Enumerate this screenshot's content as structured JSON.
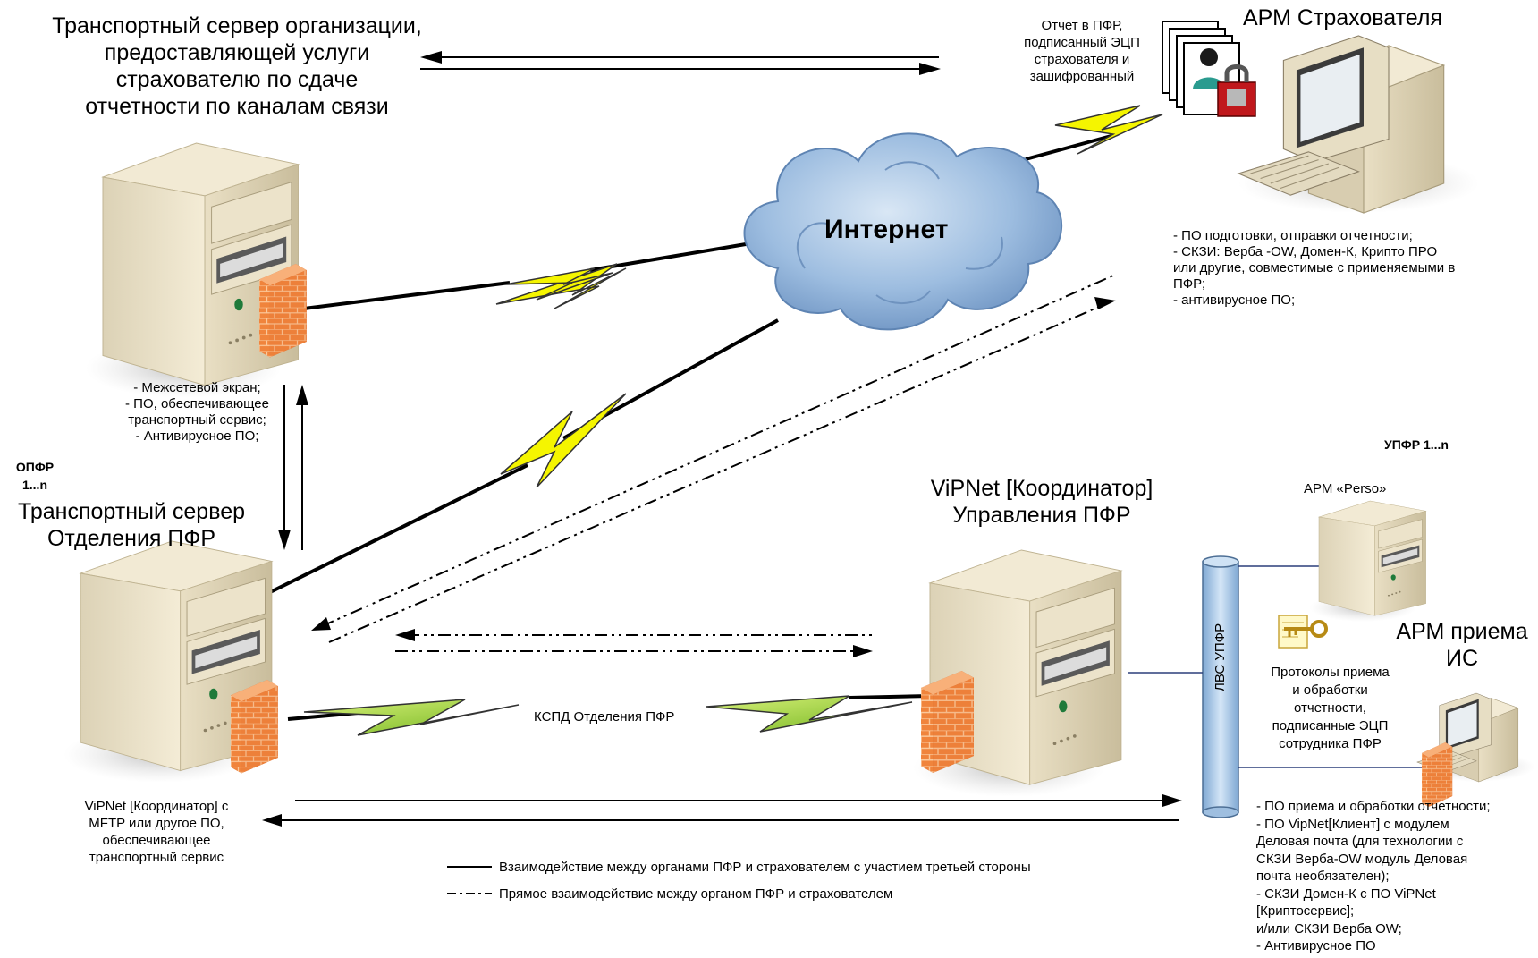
{
  "texts": {
    "top_server_title": "Транспортный сервер организации,\nпредоставляющей услуги\nстрахователю по сдаче\nотчетности по каналам связи",
    "report_pfr": "Отчет в ПФР,\nподписанный ЭЦП\nстрахователя и\nзашифрованный",
    "arm_insurer_title": "АРМ Страхователя",
    "internet_label": "Интернет",
    "arm_insurer_software": "- ПО подготовки, отправки отчетности;\n - СКЗИ: Верба -OW, Домен-К, Крипто ПРО\nили другие, совместимые с применяемыми в\nПФР;\n - антивирусное ПО;",
    "top_server_software": "- Межсетевой экран;\n - ПО, обеспечивающее\nтранспортный сервис;\n - Антивирусное ПО;",
    "opfr_label": "ОПФР\n1...n",
    "upfr_label": "УПФР 1...n",
    "transport_opfr_title": "Транспортный сервер\nОтделения ПФР",
    "vipnet_coord_title": "ViPNet [Координатор]\nУправления ПФР",
    "arm_perso_label": "АРМ «Perso»",
    "lan_label": "ЛВС УПФР",
    "arm_is_title": "АРМ приема\nИС",
    "protocols_label": "Протоколы приема\nи обработки\nотчетности,\nподписанные ЭЦП\nсотрудника ПФР",
    "kspd_label": "КСПД Отделения ПФР",
    "opfr_server_software": "ViPNet [Координатор] с\nMFTP или другое ПО,\nобеспечивающее\nтранспортный сервис",
    "arm_is_software": "- ПО приема и обработки отчетности;\n - ПО VipNet[Клиент] с модулем\nДеловая почта (для технологии с\nСКЗИ Верба-OW модуль Деловая\nпочта необязателен);\n - СКЗИ Домен-К с ПО ViPNet\n[Криптосервис];\n и/или СКЗИ Верба OW;\n - Антивирусное ПО",
    "legend_solid": "Взаимодействие между органами ПФР и страхователем с участием третьей стороны",
    "legend_dash": "Прямое взаимодействие между органом ПФР и страхователем"
  },
  "icons": [
    "server-icon",
    "firewall-icon",
    "cloud-icon",
    "workstation-icon",
    "lightning-icon",
    "document-icon",
    "key-icon",
    "lan-cylinder-icon"
  ],
  "colors": {
    "server_light": "#efe6cf",
    "server_shadow": "#cfc3a3",
    "firewall": "#f0843c",
    "cloud": "#8fb1d6",
    "lightning_yellow": "#f5f500",
    "lightning_green": "#a6dc2a",
    "lan_tube": "#a9c9e8"
  }
}
